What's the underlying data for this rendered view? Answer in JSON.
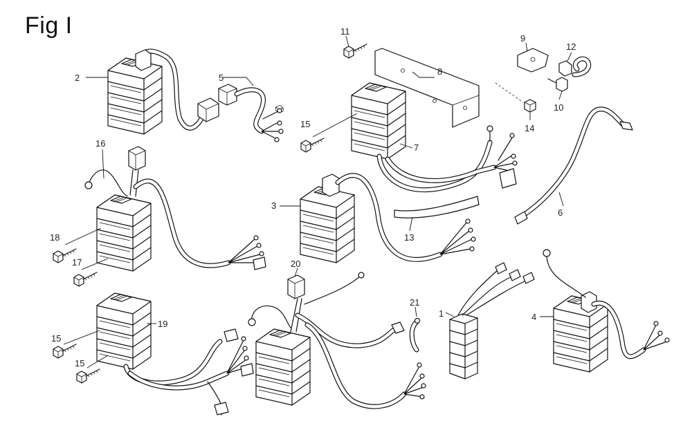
{
  "figure": {
    "title": "Fig I"
  },
  "callouts": {
    "c1": "1",
    "c2": "2",
    "c3": "3",
    "c4": "4",
    "c5": "5",
    "c6": "6",
    "c7": "7",
    "c8": "8",
    "c9": "9",
    "c10": "10",
    "c11": "11",
    "c12": "12",
    "c13": "13",
    "c14": "14",
    "c15a": "15",
    "c15b": "15",
    "c15c": "15",
    "c16": "16",
    "c17": "17",
    "c18": "18",
    "c19": "19",
    "c20": "20",
    "c21": "21"
  }
}
